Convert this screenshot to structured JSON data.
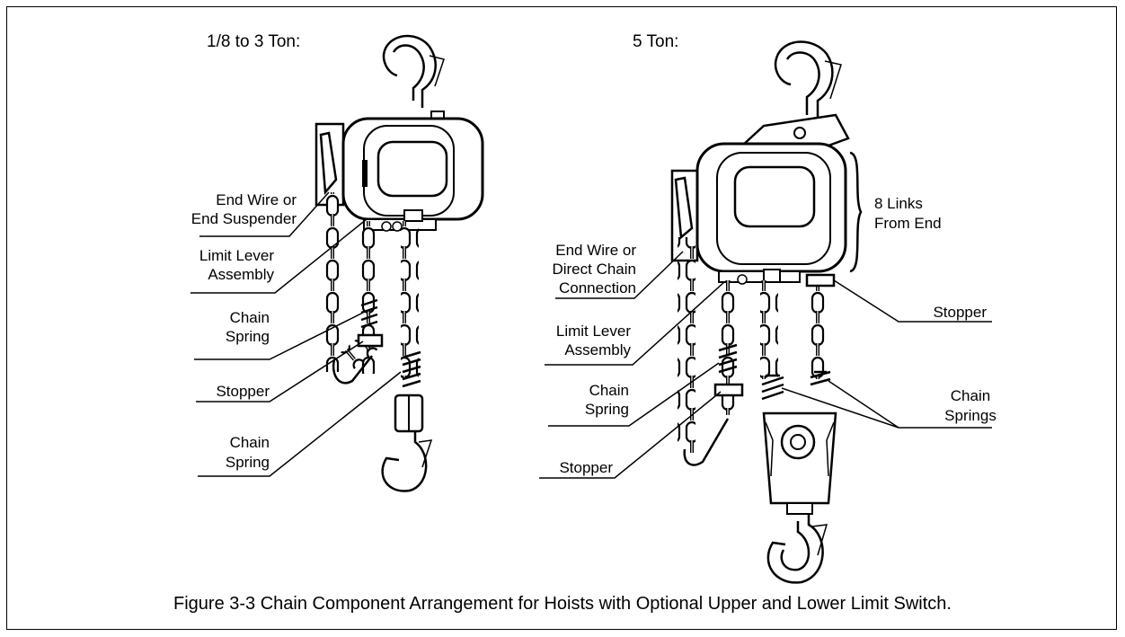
{
  "left": {
    "title": "1/8 to 3 Ton:",
    "labels": {
      "end_wire": [
        "End Wire or",
        "End Suspender"
      ],
      "limit_lever": [
        "Limit Lever",
        "Assembly"
      ],
      "chain_spring_1": [
        "Chain",
        "Spring"
      ],
      "stopper": [
        "Stopper"
      ],
      "chain_spring_2": [
        "Chain",
        "Spring"
      ]
    }
  },
  "right": {
    "title": "5 Ton:",
    "labels": {
      "links": [
        "8 Links",
        "From End"
      ],
      "end_wire": [
        "End Wire or",
        "Direct Chain",
        "Connection"
      ],
      "stopper_top": [
        "Stopper"
      ],
      "limit_lever": [
        "Limit Lever",
        "Assembly"
      ],
      "chain_spring": [
        "Chain",
        "Spring"
      ],
      "chain_springs": [
        "Chain",
        "Springs"
      ],
      "stopper_bottom": [
        "Stopper"
      ]
    }
  },
  "caption": "Figure 3-3  Chain Component Arrangement for Hoists with Optional Upper and Lower Limit Switch."
}
